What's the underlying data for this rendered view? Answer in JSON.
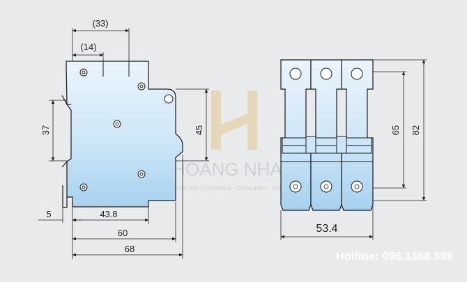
{
  "dimensions": {
    "side_view": {
      "top_outer": "(33)",
      "top_inner": "(14)",
      "left_height": "37",
      "right_height": "45",
      "bottom_left": "5",
      "bottom_1": "43.8",
      "bottom_2": "60",
      "bottom_3": "68"
    },
    "front_view": {
      "inner_height": "65",
      "outer_height": "82",
      "width": "53.4"
    }
  },
  "watermark": {
    "brand": "HOANG NHAT",
    "tagline": "Electronic Commerce - Consultant - Service"
  },
  "hotline": "Hotline: 096.1368.999",
  "colors": {
    "background": "#e9eaec",
    "body_fill_top": "#e8f3fb",
    "body_fill_bottom": "#a9d3f0",
    "outline": "#1a1a1a",
    "logo_gold": "#e3c98f"
  }
}
